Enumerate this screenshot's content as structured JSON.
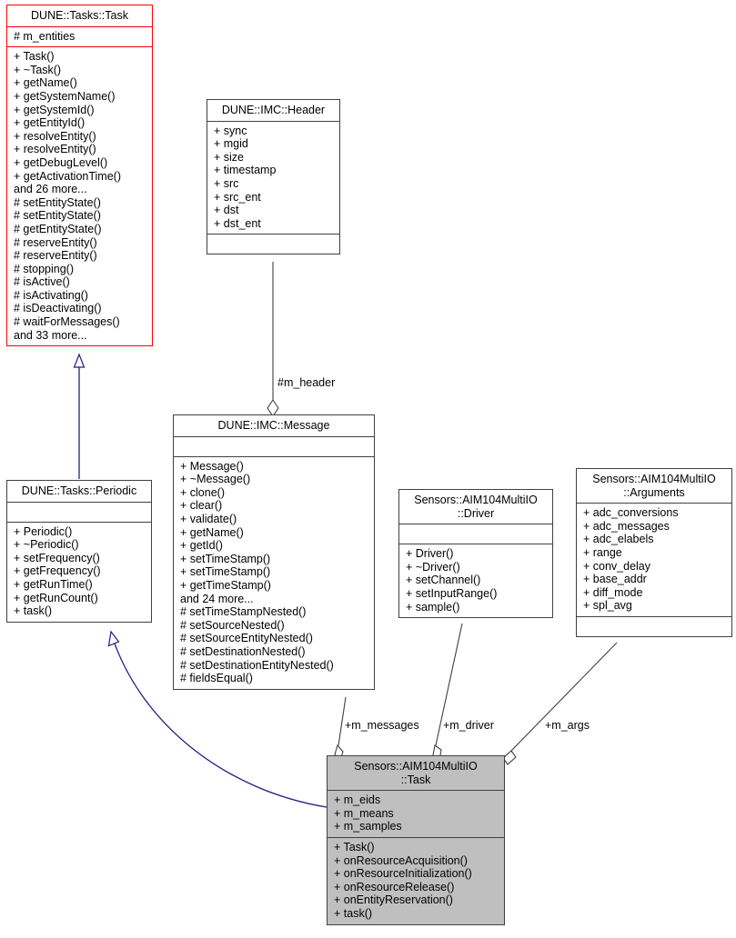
{
  "diagram": {
    "kind": "uml-class-diagram",
    "colors": {
      "highlight_border": "#ff0000",
      "selected_fill": "#bfbfbf",
      "inheritance_edge": "#1f1f80",
      "association_edge": "#404040",
      "box_border": "#404040",
      "background": "#ffffff"
    }
  },
  "nodes": {
    "dune_tasks_task": {
      "title": "DUNE::Tasks::Task",
      "attributes": [
        "# m_entities"
      ],
      "operations": [
        "+ Task()",
        "+ ~Task()",
        "+ getName()",
        "+ getSystemName()",
        "+ getSystemId()",
        "+ getEntityId()",
        "+ resolveEntity()",
        "+ resolveEntity()",
        "+ getDebugLevel()",
        "+ getActivationTime()",
        "and 26 more...",
        "# setEntityState()",
        "# setEntityState()",
        "# getEntityState()",
        "# reserveEntity()",
        "# reserveEntity()",
        "# stopping()",
        "# isActive()",
        "# isActivating()",
        "# isDeactivating()",
        "# waitForMessages()",
        "and 33 more..."
      ]
    },
    "dune_imc_header": {
      "title": "DUNE::IMC::Header",
      "attributes": [
        "+ sync",
        "+ mgid",
        "+ size",
        "+ timestamp",
        "+ src",
        "+ src_ent",
        "+ dst",
        "+ dst_ent"
      ],
      "operations": []
    },
    "dune_imc_message": {
      "title": "DUNE::IMC::Message",
      "attributes": [],
      "operations": [
        "+ Message()",
        "+ ~Message()",
        "+ clone()",
        "+ clear()",
        "+ validate()",
        "+ getName()",
        "+ getId()",
        "+ setTimeStamp()",
        "+ setTimeStamp()",
        "+ getTimeStamp()",
        "and 24 more...",
        "# setTimeStampNested()",
        "# setSourceNested()",
        "# setSourceEntityNested()",
        "# setDestinationNested()",
        "# setDestinationEntityNested()",
        "# fieldsEqual()"
      ]
    },
    "dune_tasks_periodic": {
      "title": "DUNE::Tasks::Periodic",
      "attributes": [],
      "operations": [
        "+ Periodic()",
        "+ ~Periodic()",
        "+ setFrequency()",
        "+ getFrequency()",
        "+ getRunTime()",
        "+ getRunCount()",
        "+ task()"
      ]
    },
    "aim104_driver": {
      "title": "Sensors::AIM104MultiIO\n::Driver",
      "attributes": [],
      "operations": [
        "+ Driver()",
        "+ ~Driver()",
        "+ setChannel()",
        "+ setInputRange()",
        "+ sample()"
      ]
    },
    "aim104_arguments": {
      "title": "Sensors::AIM104MultiIO\n::Arguments",
      "attributes": [
        "+ adc_conversions",
        "+ adc_messages",
        "+ adc_elabels",
        "+ range",
        "+ conv_delay",
        "+ base_addr",
        "+ diff_mode",
        "+ spl_avg"
      ],
      "operations": []
    },
    "aim104_task": {
      "title": "Sensors::AIM104MultiIO\n::Task",
      "attributes": [
        "+ m_eids",
        "+ m_means",
        "+ m_samples"
      ],
      "operations": [
        "+ Task()",
        "+ onResourceAcquisition()",
        "+ onResourceInitialization()",
        "+ onResourceRelease()",
        "+ onEntityReservation()",
        "+ task()"
      ]
    }
  },
  "edge_labels": {
    "m_header": "#m_header",
    "m_messages": "+m_messages",
    "m_driver": "+m_driver",
    "m_args": "+m_args"
  }
}
